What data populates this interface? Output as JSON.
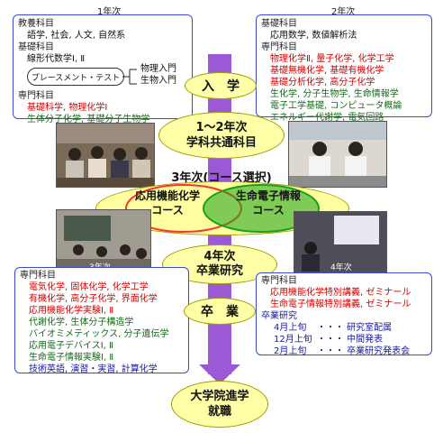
{
  "year1_label": "1年次",
  "year2_label": "2年次",
  "year3_label": "3年次",
  "year4_label": "4年次",
  "panel_year1": {
    "kyoyo_title": "教養科目",
    "kyoyo_items": "語学, 社会, 人文, 自然系",
    "kiso_title": "基礎科目",
    "kiso_item": "線形代数学Ⅰ, Ⅱ",
    "placement_test": "プレースメント・テスト",
    "physics": "物理入門",
    "biology": "生物入門",
    "senmon_title": "専門科目",
    "senmon_line1": "基礎科学, 物理化学Ⅰ",
    "senmon_line2": "生体分子化学, 基礎分子生物学"
  },
  "panel_year2": {
    "kiso_title": "基礎科目",
    "kiso_item": "応用数学, 数値解析法",
    "senmon_title": "専門科目",
    "lines": [
      "物理化学Ⅱ, 量子化学, 化学工学",
      "基礎無機化学, 基礎有機化学",
      "基礎分析化学, 高分子化学",
      "生化学, 分子生物学, 生命情報学",
      "電子工学基礎, コンピュータ概論",
      "エネルギー代謝学, 電気回路"
    ]
  },
  "flow": {
    "admission": "入　学",
    "common_1": "1～2年次",
    "common_2": "学科共通科目",
    "course_select": "3年次(コース選択)",
    "course_a_1": "応用機能化学",
    "course_a_2": "コース",
    "course_b_1": "生命電子情報",
    "course_b_2": "コース",
    "year4_1": "4年次",
    "year4_2": "卒業研究",
    "graduation": "卒　業",
    "final_1": "大学院進学",
    "final_2": "就職"
  },
  "panel_year3": {
    "title": "専門科目",
    "red_lines": [
      "電気化学, 固体化学, 化学工学",
      "有機化学, 高分子化学, 界面化学",
      "応用機能化学実験Ⅰ, Ⅱ"
    ],
    "green_lines": [
      "代謝化学, 生体分子構造学",
      "バイオミメティックス, 分子遺伝学",
      "応用電子デバイスⅠ, Ⅱ",
      "生命電子情報実験Ⅰ, Ⅱ"
    ],
    "last_line": "技術英語, 演習・実習, 計算化学"
  },
  "panel_year4": {
    "title": "専門科目",
    "red_line1": "応用機能化学特別講義, ゼミナール",
    "red_line2": "生命電子情報特別講義, ゼミナール",
    "research_title": "卒業研究",
    "schedule": [
      {
        "when": "4月上旬",
        "what": "・・・ 研究室配属"
      },
      {
        "when": "12月上旬",
        "what": "・・・ 中間発表"
      },
      {
        "when": "2月上旬",
        "what": "・・・ 卒業研究発表会"
      }
    ]
  },
  "colors": {
    "panel_border": "#3b4bd0",
    "arrow": "#9b59d6",
    "oval_fill": "#ffffa8",
    "course_a": "#ff3030",
    "course_b": "#18a018",
    "red_text": "#d40000",
    "green_text": "#166a1a"
  }
}
